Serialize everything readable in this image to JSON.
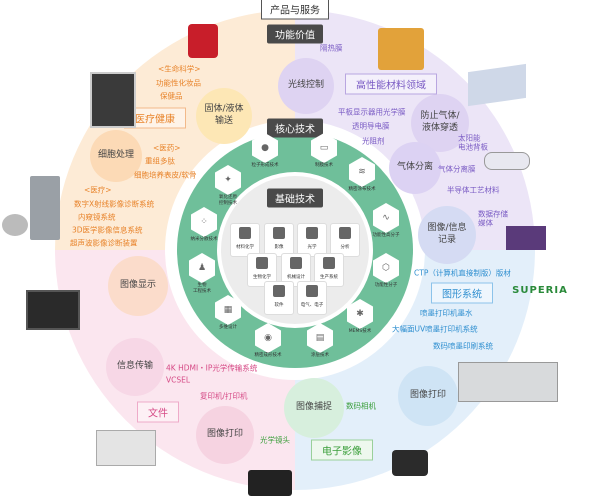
{
  "title": "产品与服务",
  "headers": {
    "value": "功能价值",
    "core": "核心技术",
    "base": "基础技术"
  },
  "brand": "SUPERIA",
  "colors": {
    "orange": "#e8832a",
    "blue": "#2f8fd0",
    "green": "#3a9e3a",
    "purple": "#7a5bc4",
    "pink": "#d64a86",
    "teal": "#4aa08a"
  },
  "bubbles": [
    {
      "id": "guangxian",
      "text": "光线控制"
    },
    {
      "id": "fangzhi",
      "text": "防止气体/\n液体穿透"
    },
    {
      "id": "qiti",
      "text": "气体分离"
    },
    {
      "id": "tuxiangjilu",
      "text": "图像/信息\n记录"
    },
    {
      "id": "tuxiangdayin-r",
      "text": "图像打印"
    },
    {
      "id": "buzhuo",
      "text": "图像捕捉"
    },
    {
      "id": "dayin-l",
      "text": "图像打印"
    },
    {
      "id": "xinxi",
      "text": "信息传输"
    },
    {
      "id": "xianshi",
      "text": "图像显示"
    },
    {
      "id": "xibao",
      "text": "细胞处理"
    },
    {
      "id": "guti",
      "text": "固体/液体\n输送"
    }
  ],
  "labels": [
    {
      "id": "gesire",
      "text": "隔热膜"
    },
    {
      "id": "gaoxingneng",
      "text": "高性能材料领域"
    },
    {
      "id": "pingban",
      "text": "平板显示器用光学膜"
    },
    {
      "id": "touming",
      "text": "透明导电膜"
    },
    {
      "id": "guangzu",
      "text": "光阻剂"
    },
    {
      "id": "taiyang",
      "text": "太阳能\n电池背板"
    },
    {
      "id": "qitifenli",
      "text": "气体分离膜"
    },
    {
      "id": "bandaoti",
      "text": "半导体工艺材料"
    },
    {
      "id": "shuju",
      "text": "数据存储\n媒体"
    },
    {
      "id": "ctp",
      "text": "CTP（计算机直接制版）版材"
    },
    {
      "id": "tuxingxitong",
      "text": "图形系统"
    },
    {
      "id": "penmo",
      "text": "喷墨打印机墨水"
    },
    {
      "id": "dafumian",
      "text": "大幅面UV喷墨打印机系统"
    },
    {
      "id": "shuma",
      "text": "数码喷墨印刷系统"
    },
    {
      "id": "shumaxiangji",
      "text": "数码相机"
    },
    {
      "id": "dianziyingxiang",
      "text": "电子影像"
    },
    {
      "id": "guangxuejingtou",
      "text": "光学镜头"
    },
    {
      "id": "wenjian",
      "text": "文件"
    },
    {
      "id": "fuyin",
      "text": "复印机/打印机"
    },
    {
      "id": "hdmi",
      "text": "4K HDMI・IP光学传输系统"
    },
    {
      "id": "vcsel",
      "text": "VCSEL"
    },
    {
      "id": "yiliao",
      "text": "<医疗>"
    },
    {
      "id": "shuzi",
      "text": "数字X射线影像诊断系统"
    },
    {
      "id": "neikui",
      "text": "内窥镜系统"
    },
    {
      "id": "3d",
      "text": "3D医学影像信息系统"
    },
    {
      "id": "chaosheng",
      "text": "超声波影像诊断装置"
    },
    {
      "id": "yiyao",
      "text": "<医药>"
    },
    {
      "id": "zaisheng",
      "text": "重组多肽"
    },
    {
      "id": "xibaopeiyang",
      "text": "细胞培养表皮/软骨"
    },
    {
      "id": "yiliaojiankang",
      "text": "医疗健康"
    },
    {
      "id": "shengming",
      "text": "<生命科学>"
    },
    {
      "id": "gongneng",
      "text": "功能性化妆品"
    },
    {
      "id": "baojian",
      "text": "保健品"
    }
  ],
  "core_tech": [
    {
      "id": "lizi",
      "text": "粒子形成技术"
    },
    {
      "id": "zhimo",
      "text": "制膜技术"
    },
    {
      "id": "jingmi",
      "text": "精密涂布技术"
    },
    {
      "id": "gongneng-gf",
      "text": "功能性高分子"
    },
    {
      "id": "gongneng-fz",
      "text": "功能性分子"
    },
    {
      "id": "mems",
      "text": "MEMS技术"
    },
    {
      "id": "tuceng",
      "text": "涂层技术"
    },
    {
      "id": "jingmi-cx",
      "text": "精密成形技术"
    },
    {
      "id": "duoyuan",
      "text": "多维设计"
    },
    {
      "id": "shengwu",
      "text": "生物\n工程技术"
    },
    {
      "id": "najin",
      "text": "纳米分散技术"
    },
    {
      "id": "chaoneng",
      "text": "氧化还原\n控制技术"
    }
  ],
  "base_tech": [
    {
      "id": "cailiao",
      "text": "材料化学"
    },
    {
      "id": "yingxiang",
      "text": "影像"
    },
    {
      "id": "guangxue",
      "text": "光学"
    },
    {
      "id": "fenxi",
      "text": "分析"
    },
    {
      "id": "shengwuhx",
      "text": "生物化学"
    },
    {
      "id": "jixie",
      "text": "机械设计"
    },
    {
      "id": "shengchan",
      "text": "生产系统"
    },
    {
      "id": "ruanjian",
      "text": "软件"
    },
    {
      "id": "dianqi",
      "text": "电气、电子"
    }
  ]
}
